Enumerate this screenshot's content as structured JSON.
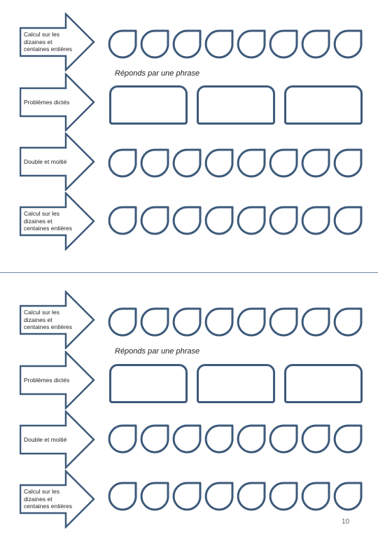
{
  "sections": [
    {
      "rows": [
        {
          "label": "Calcul sur les\ndizaines et\ncentaines entières",
          "kind": "drops"
        },
        {
          "label": "Problèmes dictés",
          "kind": "boxes"
        },
        {
          "label": "Double et moitié",
          "kind": "drops"
        },
        {
          "label": "Calcul sur les\ndizaines et\ncentaines entières",
          "kind": "drops"
        }
      ],
      "hint": "Réponds par une phrase"
    },
    {
      "rows": [
        {
          "label": "Calcul sur les\ndizaines et\ncentaines entières",
          "kind": "drops"
        },
        {
          "label": "Problèmes dictés",
          "kind": "boxes"
        },
        {
          "label": "Double et moitié",
          "kind": "drops"
        },
        {
          "label": "Calcul sur les\ndizaines et\ncentaines entières",
          "kind": "drops"
        }
      ],
      "hint": "Réponds par une phrase"
    }
  ],
  "page_number": "10",
  "colors": {
    "stroke": "#3d5a7a"
  }
}
